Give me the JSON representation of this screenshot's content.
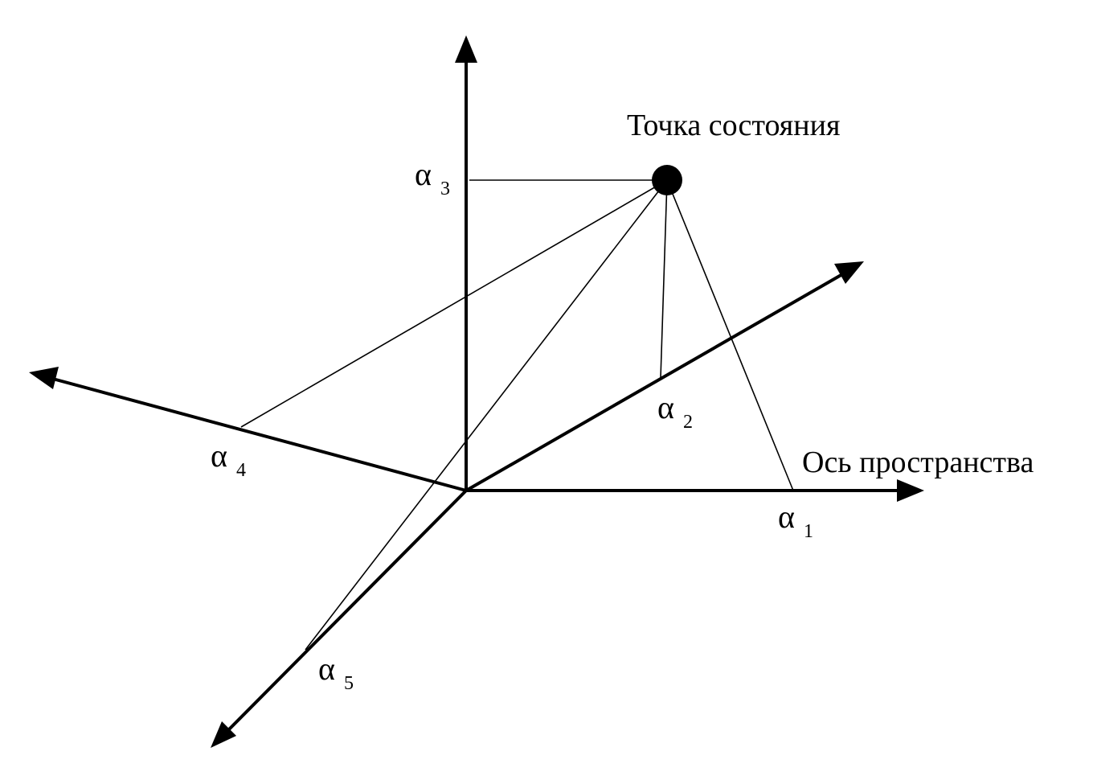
{
  "labels": {
    "state_point": "Точка состояния",
    "space_axis": "Ось пространства"
  },
  "coordinates": [
    {
      "symbol": "α",
      "index": "1"
    },
    {
      "symbol": "α",
      "index": "2"
    },
    {
      "symbol": "α",
      "index": "3"
    },
    {
      "symbol": "α",
      "index": "4"
    },
    {
      "symbol": "α",
      "index": "5"
    }
  ],
  "colors": {
    "ink": "#000000",
    "background": "#ffffff"
  }
}
